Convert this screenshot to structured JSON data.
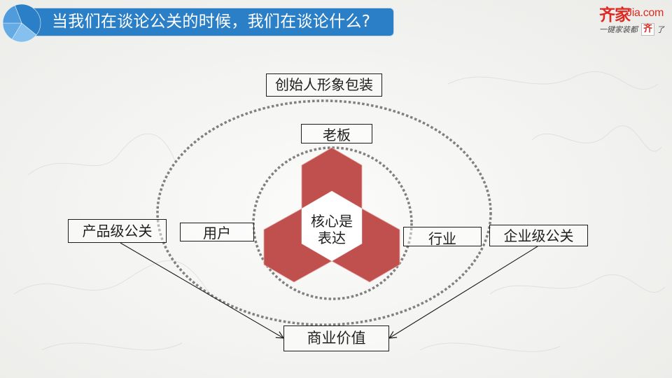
{
  "slide": {
    "title": "当我们在谈论公关的时候，我们在谈论什么?",
    "title_icon": "pie-chart-icon"
  },
  "logo": {
    "brand_cn": "齐家",
    "brand_en": "Jia.com",
    "slogan_prefix": "一键家装都",
    "slogan_boxed": "齐",
    "slogan_suffix": "了"
  },
  "diagram": {
    "core": {
      "line1": "核心是",
      "line2": "表达"
    },
    "inner_ring": {
      "top": "老板",
      "left": "用户",
      "right": "行业"
    },
    "outer_ring": {
      "top": "创始人形象包装",
      "left": "产品级公关",
      "right": "企业级公关"
    },
    "outcome": "商业价值",
    "arrows": [
      {
        "from": "产品级公关",
        "to": "商业价值"
      },
      {
        "from": "企业级公关",
        "to": "商业价值"
      }
    ]
  },
  "colors": {
    "title_blue": "#2b7fc6",
    "hex_red": "#c0504d",
    "brand_red": "#dd2a22",
    "ring_gray": "#808080"
  }
}
